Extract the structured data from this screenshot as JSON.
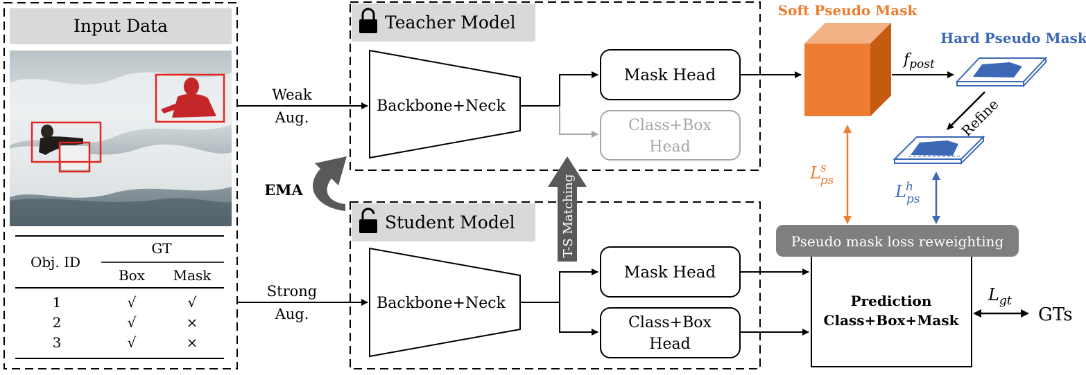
{
  "input": {
    "title": "Input Data",
    "table": {
      "col_obj": "Obj. ID",
      "col_gt": "GT",
      "col_box": "Box",
      "col_mask": "Mask",
      "rows": [
        {
          "id": "1",
          "box": "√",
          "mask": "√"
        },
        {
          "id": "2",
          "box": "√",
          "mask": "×"
        },
        {
          "id": "3",
          "box": "√",
          "mask": "×"
        }
      ]
    }
  },
  "teacher": {
    "title": "Teacher Model",
    "backbone": "Backbone+Neck",
    "mask_head": "Mask Head",
    "class_box_line1": "Class+Box",
    "class_box_line2": "Head"
  },
  "student": {
    "title": "Student Model",
    "backbone": "Backbone+Neck",
    "mask_head": "Mask Head",
    "class_box_line1": "Class+Box",
    "class_box_line2": "Head"
  },
  "labels": {
    "weak_line1": "Weak",
    "weak_line2": "Aug.",
    "strong_line1": "Strong",
    "strong_line2": "Aug.",
    "ema": "EMA",
    "ts_matching": "T-S Matching",
    "soft_mask": "Soft Pseudo Mask",
    "hard_mask": "Hard Pseudo Mask",
    "f_post_main": "f",
    "f_post_sub": "post",
    "refine": "Refine",
    "lps_s_main": "L",
    "lps_s_sup": "s",
    "lps_s_sub": "ps",
    "lps_h_main": "L",
    "lps_h_sup": "h",
    "lps_h_sub": "ps",
    "reweight": "Pseudo mask loss reweighting",
    "prediction_line1": "Prediction",
    "prediction_line2": "Class+Box+Mask",
    "lgt_main": "L",
    "lgt_sub": "gt",
    "gts": "GTs"
  },
  "colors": {
    "orange": "#ED7D31",
    "blue": "#3C68B6",
    "gray_box": "#7F7F7F",
    "light_gray_header": "#D9D9D9",
    "disabled": "#A6A6A6"
  }
}
